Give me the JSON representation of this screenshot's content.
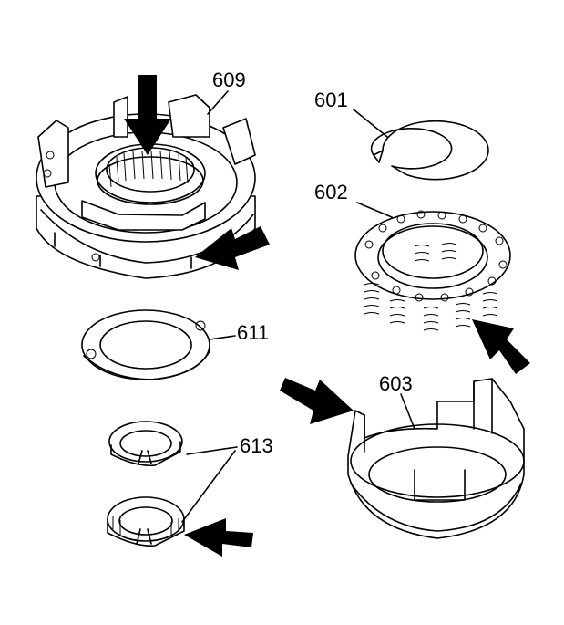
{
  "labels": {
    "p609": "609",
    "p601": "601",
    "p602": "602",
    "p611": "611",
    "p603": "603",
    "p613": "613"
  },
  "colors": {
    "ink": "#000000",
    "paper": "#ffffff"
  },
  "icons": [
    "arrow-icon"
  ]
}
